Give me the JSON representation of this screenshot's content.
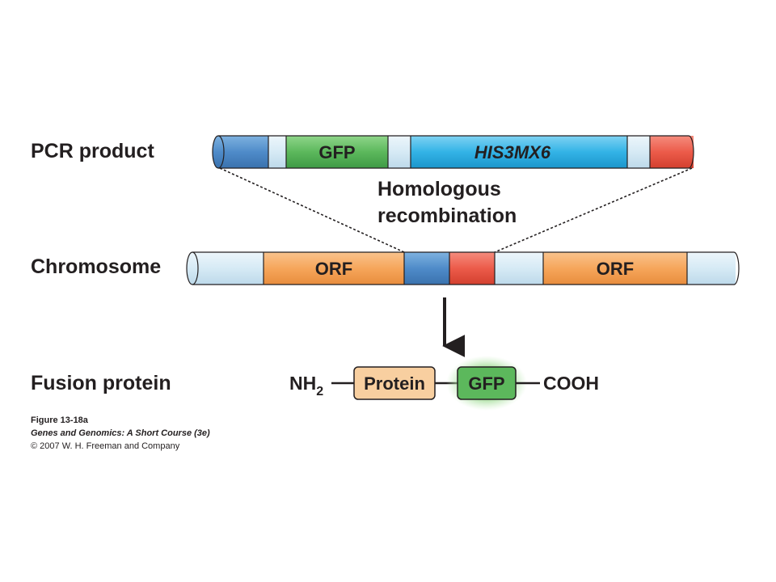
{
  "rows": {
    "pcr_product": "PCR product",
    "chromosome": "Chromosome",
    "fusion_protein": "Fusion protein"
  },
  "pcr_segments": {
    "gfp": "GFP",
    "marker": "HIS3MX6"
  },
  "recombination": {
    "line1": "Homologous",
    "line2": "recombination"
  },
  "chromosome_segments": {
    "orf_left": "ORF",
    "orf_right": "ORF"
  },
  "fusion": {
    "n_terminus": "NH",
    "n_terminus_sub": "2",
    "protein": "Protein",
    "gfp": "GFP",
    "c_terminus": "COOH"
  },
  "caption": {
    "figure": "Figure 13-18a",
    "book": "Genes and Genomics: A Short Course (3e)",
    "copyright": "© 2007 W. H. Freeman and Company"
  },
  "colors": {
    "dark_blue": "#4f8bc9",
    "light_blue": "#d6eaf5",
    "green": "#5cb85c",
    "cyan": "#33b3e6",
    "red": "#ec5b4a",
    "orange": "#f6a65b",
    "protein_fill": "#f8cfa0",
    "gfp_glow": "#9edb93"
  }
}
